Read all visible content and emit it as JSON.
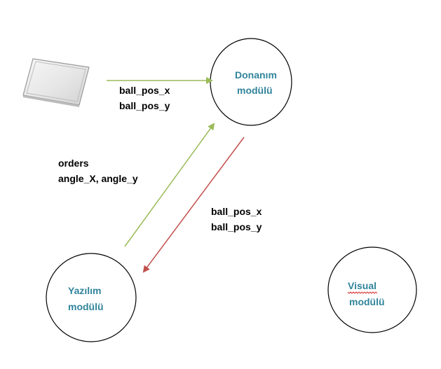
{
  "nodes": {
    "hardware": {
      "line1": "Donanım",
      "line2": "modülü"
    },
    "software": {
      "line1": "Yazılım",
      "line2": "modülü"
    },
    "visual": {
      "line1": "Visual",
      "line2": "modülü"
    }
  },
  "edges": {
    "touch_to_hardware": {
      "line1": "ball_pos_x",
      "line2": "ball_pos_y",
      "color": "#9bbb59"
    },
    "software_to_hardware": {
      "line1": "orders",
      "line2": "angle_X, angle_y",
      "color": "#9bbb59"
    },
    "hardware_to_software": {
      "line1": "ball_pos_x",
      "line2": "ball_pos_y",
      "color": "#c0504d"
    }
  },
  "colors": {
    "node_text": "#31849b",
    "node_border": "#000000",
    "edge_text": "#000000",
    "spell_underline": "#d00000"
  },
  "icons": {
    "touch_panel": "touch-panel-icon"
  }
}
